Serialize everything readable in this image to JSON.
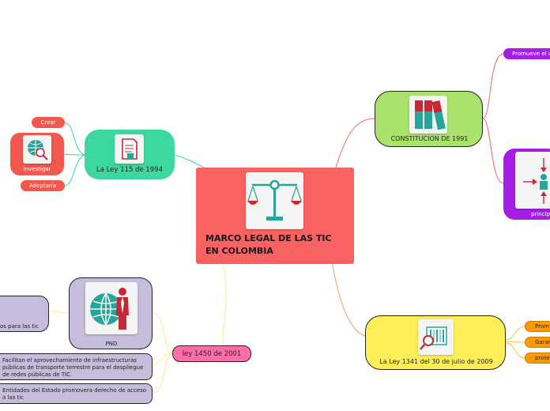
{
  "central": {
    "title_line1": "MARCO LEGAL DE LAS TIC",
    "title_line2": "EN COLOMBIA",
    "color": "#f86262",
    "icon": "scales-icon"
  },
  "ley115": {
    "label": "La Ley 115 de 1994",
    "color": "#3dd8a0",
    "icon": "document-icon",
    "children": {
      "crear": "Crear",
      "investigar": "Investigar",
      "adoptaria": "Adoptaría"
    },
    "child_color": "#f4574d"
  },
  "constitucion": {
    "label": "CONSTITUCION DE 1991",
    "color": "#a9e36b",
    "icon": "binders-icon",
    "children": {
      "promueve": "Promueve el us",
      "principios": "principi"
    },
    "child_color": "#a61ee6"
  },
  "ley1341": {
    "label": "La Ley 1341 del 30 de julio de 2009",
    "color": "#ffee58",
    "icon": "search-barcode-icon",
    "children": [
      "Prom",
      "Garan",
      "prote"
    ],
    "child_color": "#ff9a00"
  },
  "ley1450": {
    "label": "ley 1450 de 2001",
    "color": "#ff6ea6",
    "pnd": {
      "label": "PND",
      "icon": "globe-businessman-icon",
      "color": "#c5bddb"
    },
    "items": {
      "tic_box": "os para las tic",
      "facilitan": [
        "Facilitan el aprovechamiento de infraestructuras",
        "públicas de transporte terrestre para el despliegue",
        "de redes públicas de TIC."
      ],
      "entidades": [
        "Entidades del Estado promovera  derecho de acceso",
        "a las tic"
      ]
    }
  }
}
